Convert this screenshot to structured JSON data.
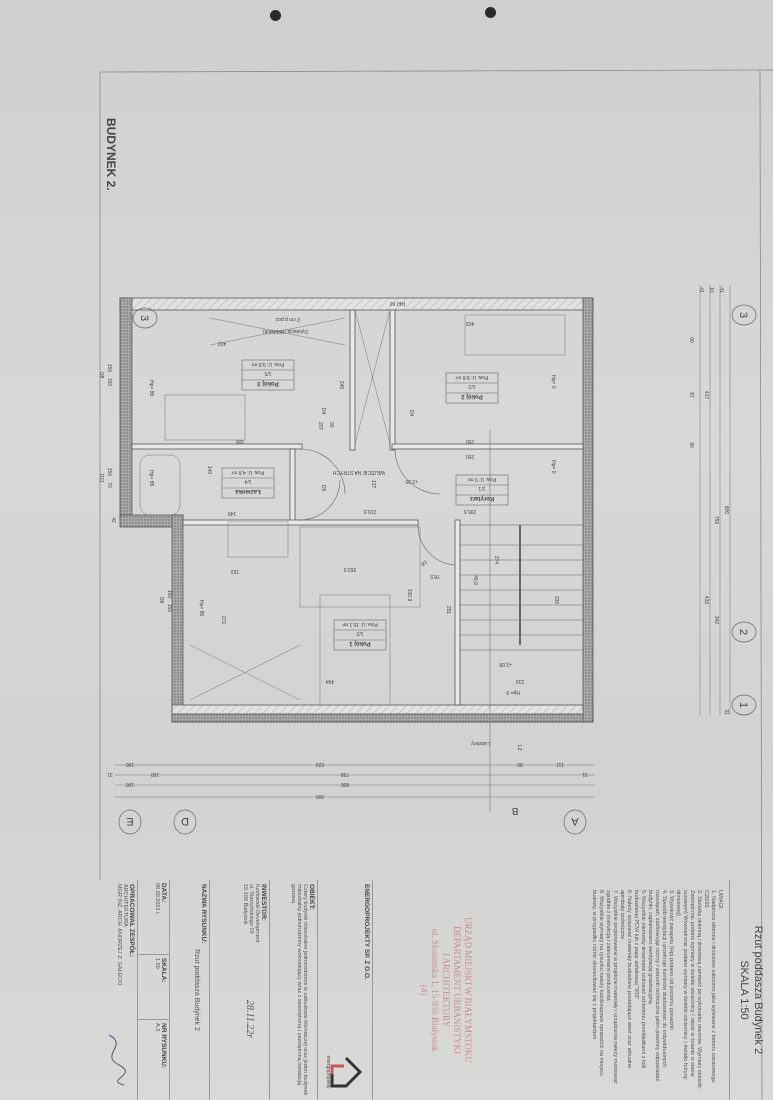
{
  "building_label": "BUDYNEK 2.",
  "plan": {
    "rooms": [
      {
        "name": "Pokój 3",
        "number": "1/5",
        "area": "Pow. U: 9,8 m²"
      },
      {
        "name": "Pokój 2",
        "number": "1/3",
        "area": "Pow. U: 9,8 m²"
      },
      {
        "name": "Korytarz",
        "number": "1/1",
        "area": "Pow. U: 9 m²"
      },
      {
        "name": "Łazienka",
        "number": "1/4",
        "area": "Pow. U: 4,8 m²"
      },
      {
        "name": "Pokój 1",
        "number": "1/2",
        "area": "Pow. U: 15,1 m²"
      }
    ],
    "annotations": {
      "attic_entry": "WEJŚCIE NA STRYCH",
      "attic_entry_dim": "137",
      "level_upper": "+2,95",
      "level_stairs": "+2,08",
      "hp0_stairs": "Hp= 0",
      "hp0_a": "Hp= 0",
      "hp0_b": "Hp= 0",
      "hp85_a": "Hp= 85",
      "hp85_b": "Hp= 85",
      "hp85_c": "Hp= 85",
      "rei": "REI 60",
      "dilatation": "Dylatacja (WIEŃKA)",
      "dilatation_2": "2 cm p.poz",
      "glass_blocks": "Luksfery",
      "l2": "L2",
      "doors": [
        "D4",
        "D4",
        "D5",
        "D6"
      ],
      "door_sizes": [
        "90",
        "207"
      ]
    },
    "axes": {
      "top": [
        "3",
        "2",
        "1"
      ],
      "bottom": [
        "E",
        "D",
        "A"
      ],
      "section": "B"
    },
    "dims_right": [
      "41",
      "10",
      "41",
      "60",
      "87",
      "90",
      "417",
      "800",
      "759",
      "432",
      "342",
      "31"
    ],
    "dims_left": [
      "O8",
      "150",
      "150",
      "O11",
      "150",
      "70",
      "42",
      "O8",
      "150",
      "150"
    ],
    "dims_bottom": {
      "row1": [
        "100",
        "629",
        "80",
        "111"
      ],
      "row2": [
        "31",
        "100",
        "738",
        "31"
      ],
      "row3": [
        "100",
        "800"
      ],
      "row4": [
        "900"
      ]
    },
    "dims_inner": [
      "402",
      "402",
      "245",
      "306",
      "250",
      "250",
      "295,5",
      "219,5",
      "263,5",
      "330,9",
      "251",
      "494",
      "271",
      "330",
      "210",
      "140",
      "140",
      "152",
      "274",
      "49,9",
      "78,5"
    ]
  },
  "title_block": {
    "title": "Rzut poddasza Budynek 2",
    "scale": "SKALA 1:50",
    "notes_header": "UWAGI:",
    "notes": [
      "1. Nadproża okienne i drzwiowe założono jako wylewane z betonu towarowego C20/25",
      "2. Stolarkę okienną i drzwiową zamówić po wykonaniu otworów. Wymiary stolarki: Zewnętrzna: podano wymiary w świetle ościeżnicy ( otwór w ścianie w stanie surowym) Wewnętrzna: podano wymiary w świetle ościeżnicy ( światło futryny drzwiowej)",
      "3. Wysokość parapetu (Hp) podano od poziomu posadzki",
      "4. Sposób wentylacji i przekroje kominów dostosować do indywidualnych rozwiązań, zachowując normy i warunki techniczne jakim powinny odpowiadać budynki, zaplanowano wentylację grawitacyjną",
      "5. Wszystkie elementy drewniane izolować od betonu przekładkami z folii budowlanej PCW lub z papy asfaltowej \"500\"",
      "6. Należy stosować materiały budowlane posiadające atest oraz aktualne aprobaty techniczne",
      "7. Wszystkie proponowane w projekcie materiały i urządzenia należy montować zgodnie z instrukcją i zaleceniami producenta",
      "8. Wszystkie wymiary na rysunku należy każdorazowo sprawdzić na miejscu budowy, w przypadku różnic skonsultować się z projektantem."
    ],
    "stamp": [
      "URZĄD MIEJSKI W BIAŁYMSTOKU",
      "DEPARTAMENT URBANISTYKI",
      "I ARCHITEKTURY",
      "ul. Słonimska 1, 15-950 Białystok",
      "(4)"
    ],
    "company": "ENERGOPROJEKTY SP. Z O.O.",
    "logo_text": "energoprojekty",
    "object_label": "OBIEKT:",
    "object_text": "Cztery budynki mieszkalne jednorodzinne w zabudowie bliźniaczej oraz jeden budynek mieszkalny jednorodzinny wolnostojący wraz z wewnętrzną i zewnętrzną instalacją gazową",
    "investor_label": "INWESTOR:",
    "investor_lines": [
      "Kozłowski Development",
      "ul. Starzyńskiego 10",
      "15-156 Białystok"
    ],
    "handwritten_date": "28.11.22r",
    "drawing_name_label": "NAZWA RYSUNKU:",
    "drawing_name": "Rzut poddasza Budynek 2",
    "date_label": "DATA:",
    "date": "08.09.2021 r.",
    "scale_label": "SKALA:",
    "scale_value": "1:50",
    "number_label": "NR RYSUNKU:",
    "number_value": "A.3",
    "team_label": "OPRACOWAŁ ZESPÓŁ:",
    "team_lines": [
      "ARCHITEKTURA",
      "MGR INŻ. ARCH. ANDRZEJ Z. GAŁECKI"
    ]
  }
}
